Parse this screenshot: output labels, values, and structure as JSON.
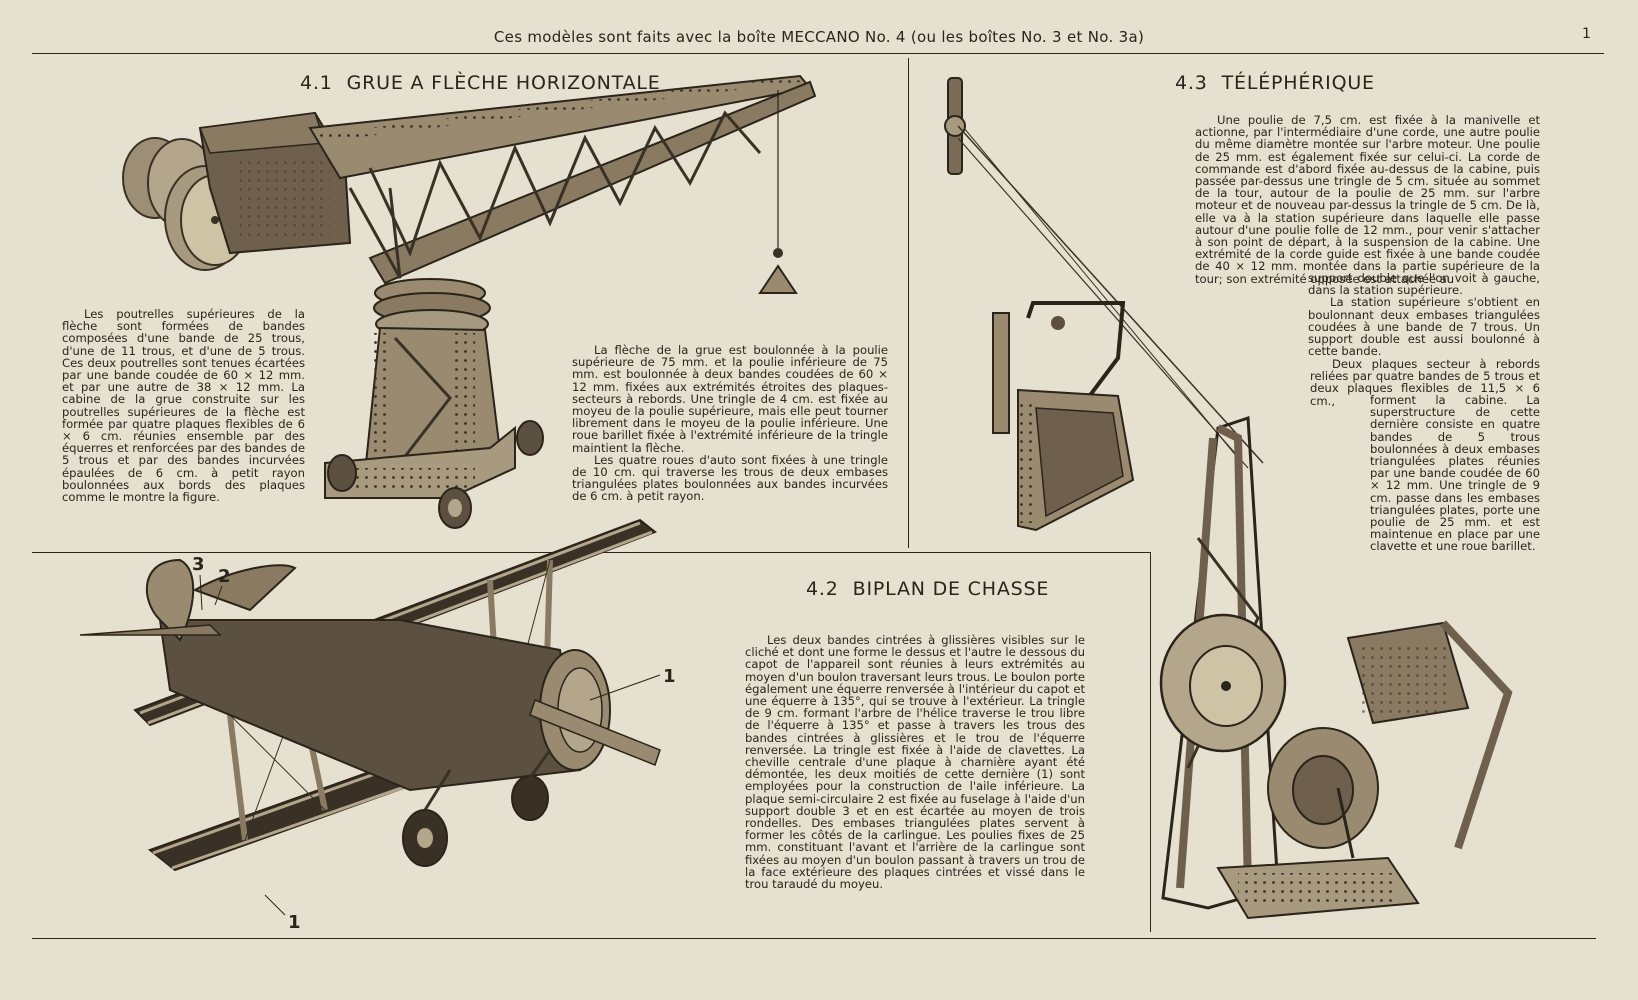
{
  "header": "Ces modèles sont faits avec la boîte MECCANO No. 4 (ou les boîtes No. 3 et No. 3a)",
  "page_number": "1",
  "sections": {
    "crane": {
      "number": "4.1",
      "title": "GRUE A FLÈCHE HORIZONTALE",
      "text_left": "Les poutrelles supérieures de la flèche sont formées de bandes composées d'une bande de 25 trous, d'une de 11 trous, et d'une de 5 trous. Ces deux poutrelles sont tenues écartées par une bande coudée de 60 × 12 mm. et par une autre de 38 × 12 mm. La cabine de la grue construite sur les poutrelles supérieures de la flèche est formée par quatre plaques flexibles de 6 × 6 cm. réunies ensemble par des équerres et renforcées par des bandes de 5 trous et par des bandes incurvées épaulées de 6 cm. à petit rayon boulonnées aux bords des plaques comme le montre la figure.",
      "text_right_1": "La flèche de la grue est boulonnée à la poulie supérieure de 75 mm. et la poulie inférieure de 75 mm. est boulonnée à deux bandes coudées de 60 × 12 mm. fixées aux extrémités étroites des plaques-secteurs à rebords. Une tringle de 4 cm. est fixée au moyeu de la poulie supérieure, mais elle peut tourner librement dans le moyeu de la poulie inférieure. Une roue barillet fixée à l'extrémité inférieure de la tringle maintient la flèche.",
      "text_right_2": "Les quatre roues d'auto sont fixées à une tringle de 10 cm. qui traverse les trous de deux embases triangulées plates boulonnées aux bandes incurvées de 6 cm. à petit rayon."
    },
    "biplane": {
      "number": "4.2",
      "title": "BIPLAN DE CHASSE",
      "label_1": "1",
      "label_2": "2",
      "label_3": "3",
      "text": "Les deux bandes cintrées à glissières visibles sur le cliché et dont une forme le dessus et l'autre le dessous du capot de l'appareil sont réunies à leurs extrémités au moyen d'un boulon traversant leurs trous. Le boulon porte également une équerre renversée à l'intérieur du capot et une équerre à 135°, qui se trouve à l'extérieur. La tringle de 9 cm. formant l'arbre de l'hélice traverse le trou libre de l'équerre à 135° et passe à travers les trous des bandes cintrées à glissières et le trou de l'équerre renversée. La tringle est fixée à l'aide de clavettes. La cheville centrale d'une plaque à charnière ayant été démontée, les deux moitiés de cette dernière (1) sont employées pour la construction de l'aile inférieure. La plaque semi-circulaire 2 est fixée au fuselage à l'aide d'un support double 3 et en est écartée au moyen de trois rondelles. Des embases triangulées plates servent à former les côtés de la carlingue. Les poulies fixes de 25 mm. constituant l'avant et l'arrière de la carlingue sont fixées au moyen d'un boulon passant à travers un trou de la face extérieure des plaques cintrées et vissé dans le trou taraudé du moyeu."
    },
    "cable": {
      "number": "4.3",
      "title": "TÉLÉPHÉRIQUE",
      "text_1": "Une poulie de 7,5 cm. est fixée à la manivelle et actionne, par l'intermédiaire d'une corde, une autre poulie du même diamètre montée sur l'arbre moteur. Une poulie de 25 mm. est également fixée sur celui-ci. La corde de commande est d'abord fixée au-dessus de la cabine, puis passée par-dessus une tringle de 5 cm. située au sommet de la tour, autour de la poulie de 25 mm. sur l'arbre moteur et de nouveau par-dessus la tringle de 5 cm. De là, elle va à la station supérieure dans laquelle elle passe autour d'une poulie folle de 12 mm., pour venir s'attacher à son point de départ, à la suspension de la cabine. Une extrémité de la corde guide est fixée à une bande coudée de 40 × 12 mm. montée dans la partie supérieure de la tour; son extrémité opposée est attachée au",
      "text_2": "support double que l'on voit à gauche, dans la station supérieure.",
      "text_3": "La station supérieure s'obtient en boulonnant deux embases triangulées coudées à une bande de 7 trous. Un support double est aussi boulonné à cette bande.",
      "text_4": "Deux plaques secteur à rebords reliées par quatre bandes de 5 trous et deux plaques flexibles de 11,5 × 6 cm.,",
      "text_5": "forment la cabine. La superstructure de cette dernière consiste en quatre bandes de 5 trous boulonnées à deux embases triangulées plates réunies par une bande coudée de 60 × 12 mm. Une tringle de 9 cm. passe dans les embases triangulées plates, porte une poulie de 25 mm. et est maintenue en place par une clavette et une roue barillet."
    }
  },
  "colors": {
    "paper": "#e6e0d0",
    "ink": "#2a241c",
    "metal": "#8a7a62",
    "dark_plate": "#3a3126"
  }
}
